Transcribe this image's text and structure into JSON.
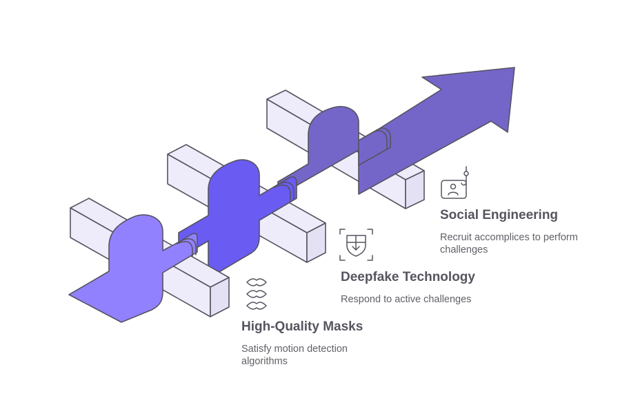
{
  "stages": [
    {
      "id": "masks",
      "icon": "mask-layers-icon",
      "title": "High-Quality Masks",
      "description": "Satisfy motion detection algorithms",
      "color": "#9281fe"
    },
    {
      "id": "deepfake",
      "icon": "face-scan-shield-icon",
      "title": "Deepfake Technology",
      "description": "Respond to active challenges",
      "color": "#6a5cf2"
    },
    {
      "id": "social",
      "icon": "user-phishing-hook-icon",
      "title": "Social Engineering",
      "description": "Recruit accomplices to perform challenges",
      "color": "#7466c8"
    }
  ],
  "colors": {
    "barrier_fill": "#eeecfb",
    "barrier_side": "#e4e1f5",
    "outline": "#55535f",
    "text_title": "#55555f",
    "text_body": "#606068"
  }
}
